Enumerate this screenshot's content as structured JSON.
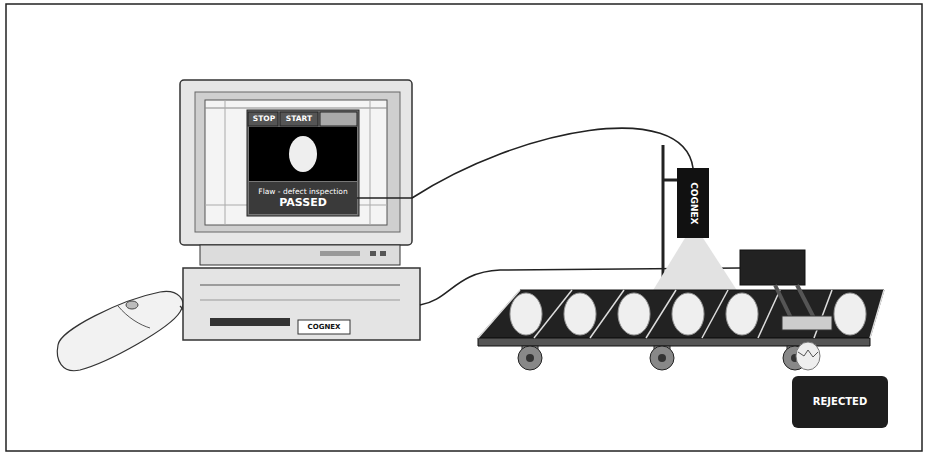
{
  "diagram": {
    "nodes": [
      {
        "text": [
          "Flaw - defect inspection",
          "PASSED"
        ]
      },
      {
        "text": [
          "COGNEX"
        ]
      },
      {
        "text": [
          "REJECTED"
        ]
      }
    ],
    "edges": [
      {
        "from": 0,
        "to": 1,
        "arrow": "none"
      }
    ],
    "labels": [
      "STOP",
      "START",
      "COGNEX"
    ]
  }
}
